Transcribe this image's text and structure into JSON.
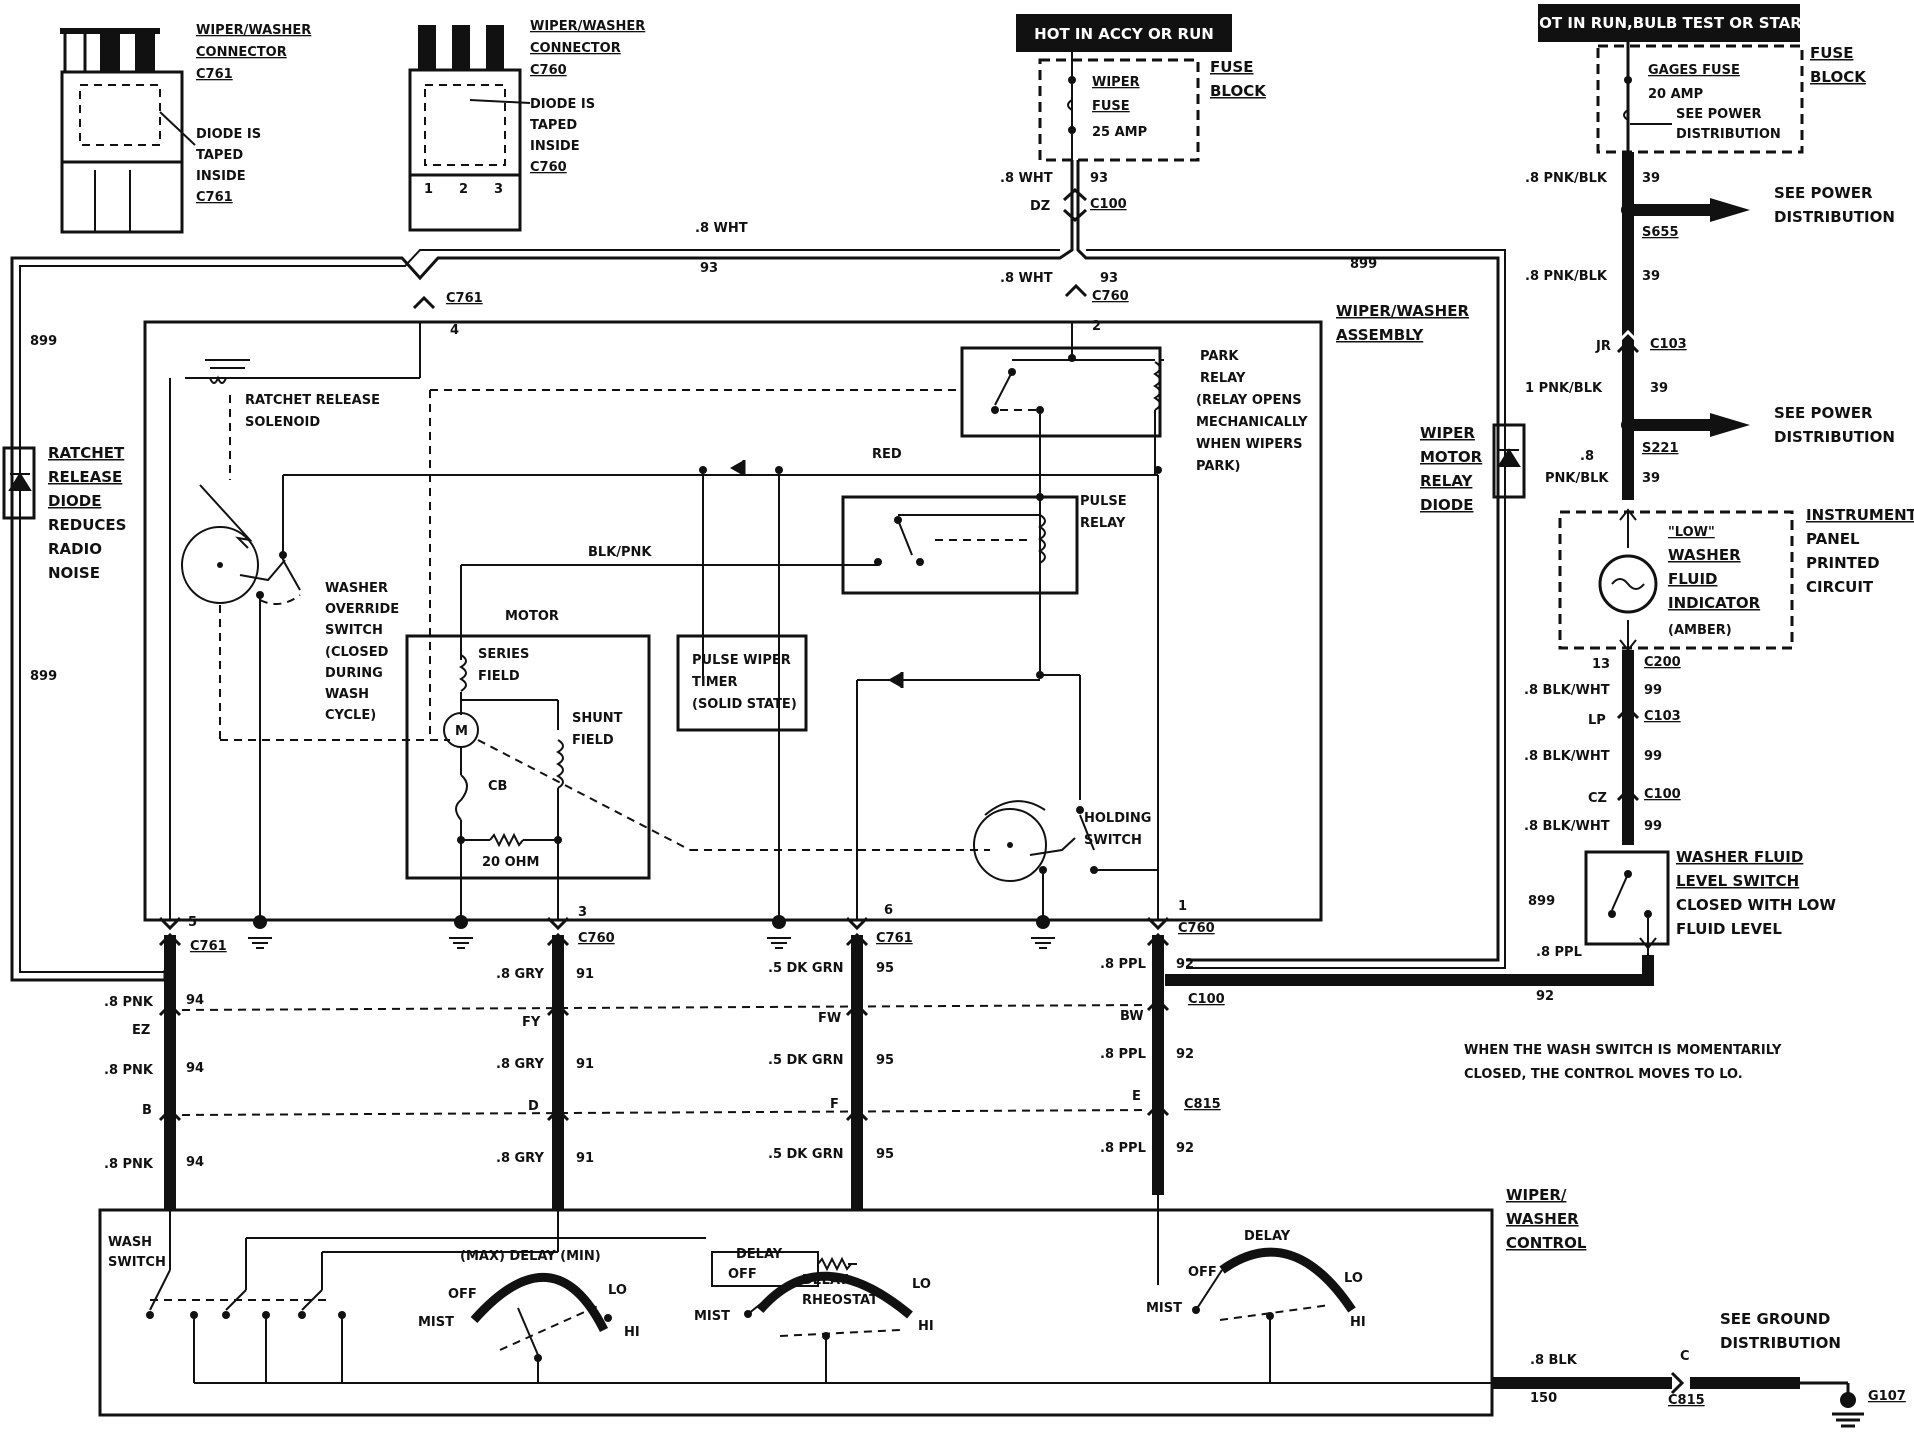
{
  "connectors": {
    "c761": {
      "title1": "WIPER/WASHER",
      "title2": "CONNECTOR",
      "id": "C761",
      "d1": "DIODE IS",
      "d2": "TAPED",
      "d3": "INSIDE",
      "d4": "C761"
    },
    "c760": {
      "title1": "WIPER/WASHER",
      "title2": "CONNECTOR",
      "id": "C760",
      "d1": "DIODE IS",
      "d2": "TAPED",
      "d3": "INSIDE",
      "d4": "C760",
      "p1": "1",
      "p2": "2",
      "p3": "3"
    }
  },
  "top": {
    "hot_accy": "HOT IN ACCY OR RUN",
    "hot_run": "HOT IN RUN,BULB TEST OR START",
    "fuse_block_1a": "FUSE",
    "fuse_block_1b": "BLOCK",
    "wiper_fuse_1": "WIPER",
    "wiper_fuse_2": "FUSE",
    "wiper_fuse_3": "25 AMP",
    "fuse_block_2a": "FUSE",
    "fuse_block_2b": "BLOCK",
    "gages_fuse": "GAGES FUSE",
    "gages_amp": "20 AMP",
    "see_power_a": "SEE POWER",
    "see_power_b": "DISTRIBUTION"
  },
  "wires": {
    "w8wht_a": ".8 WHT",
    "w93_a": "93",
    "dz": "DZ",
    "c100": "C100",
    "w8wht_top": ".8 WHT",
    "w93_top": "93",
    "w899_top": "899",
    "w8wht_b": ".8 WHT",
    "w93_b": "93",
    "c760_top": "C760",
    "pin2": "2",
    "c761_top": "C761",
    "pin4": "4",
    "w899_left": "899",
    "w899_left2": "899",
    "w899_right": "899",
    "pnkblk_1": ".8 PNK/BLK",
    "n39_1": "39",
    "s655": "S655",
    "pnkblk_2": ".8 PNK/BLK",
    "n39_2": "39",
    "jr": "JR",
    "c103": "C103",
    "pnkblk_3": "1 PNK/BLK",
    "n39_3": "39",
    "s221": "S221",
    "pnkblk_4a": ".8",
    "pnkblk_4b": "PNK/BLK",
    "n39_4": "39",
    "see_pd_1a": "SEE POWER",
    "see_pd_1b": "DISTRIBUTION",
    "see_pd_2a": "SEE POWER",
    "see_pd_2b": "DISTRIBUTION",
    "n13": "13",
    "c200": "C200",
    "blkwht_1": ".8 BLK/WHT",
    "n99_1": "99",
    "lp": "LP",
    "c103b": "C103",
    "blkwht_2": ".8 BLK/WHT",
    "n99_2": "99",
    "cz": "CZ",
    "c100b": "C100",
    "blkwht_3": ".8 BLK/WHT",
    "n99_3": "99",
    "ppl_sw": ".8 PPL",
    "n92_sw": "92"
  },
  "assembly": {
    "title1": "WIPER/WASHER",
    "title2": "ASSEMBLY",
    "ratchet_sol_1": "RATCHET RELEASE",
    "ratchet_sol_2": "SOLENOID",
    "park_1": "PARK",
    "park_2": "RELAY",
    "park_3": "(RELAY OPENS",
    "park_4": "MECHANICALLY",
    "park_5": "WHEN WIPERS",
    "park_6": "PARK)",
    "red": "RED",
    "pulse_1": "PULSE",
    "pulse_2": "RELAY",
    "blkpnk": "BLK/PNK",
    "washer_ovr": [
      "WASHER",
      "OVERRIDE",
      "SWITCH",
      "(CLOSED",
      "DURING",
      "WASH",
      "CYCLE)"
    ],
    "motor": "MOTOR",
    "series_1": "SERIES",
    "series_2": "FIELD",
    "shunt_1": "SHUNT",
    "shunt_2": "FIELD",
    "m": "M",
    "cb": "CB",
    "ohm": "20 OHM",
    "timer_1": "PULSE WIPER",
    "timer_2": "TIMER",
    "timer_3": "(SOLID STATE)",
    "holding_1": "HOLDING",
    "holding_2": "SWITCH",
    "pin5": "5",
    "pin3": "3",
    "pin6": "6",
    "pin1": "1"
  },
  "left": {
    "ratchet_1": "RATCHET",
    "ratchet_2": "RELEASE",
    "ratchet_3": "DIODE",
    "ratchet_4": "REDUCES",
    "ratchet_5": "RADIO",
    "ratchet_6": "NOISE"
  },
  "right": {
    "wmr_1": "WIPER",
    "wmr_2": "MOTOR",
    "wmr_3": "RELAY",
    "wmr_4": "DIODE",
    "low_1": "\"LOW\"",
    "low_2": "WASHER",
    "low_3": "FLUID",
    "low_4": "INDICATOR",
    "low_5": "(AMBER)",
    "ipc_1": "INSTRUMENT",
    "ipc_2": "PANEL",
    "ipc_3": "PRINTED",
    "ipc_4": "CIRCUIT",
    "wfl_1": "WASHER FLUID",
    "wfl_2": "LEVEL SWITCH",
    "wfl_3": "CLOSED WITH LOW",
    "wfl_4": "FLUID LEVEL"
  },
  "lower": {
    "c761_a": "C761",
    "c760_a": "C760",
    "c761_b": "C761",
    "c760_b": "C760",
    "c100": "C100",
    "c815": "C815",
    "pnk_1": ".8 PNK",
    "n94_1": "94",
    "ez": "EZ",
    "pnk_2": ".8 PNK",
    "n94_2": "94",
    "b": "B",
    "pnk_3": ".8 PNK",
    "n94_3": "94",
    "gry_1": ".8 GRY",
    "n91_1": "91",
    "fy": "FY",
    "gry_2": ".8 GRY",
    "n91_2": "91",
    "d": "D",
    "gry_3": ".8 GRY",
    "n91_3": "91",
    "dkgrn_1": ".5 DK GRN",
    "n95_1": "95",
    "fw": "FW",
    "dkgrn_2": ".5 DK GRN",
    "n95_2": "95",
    "f": "F",
    "dkgrn_3": ".5 DK GRN",
    "n95_3": "95",
    "ppl_1": ".8 PPL",
    "n92_1": "92",
    "bw": "BW",
    "ppl_2": ".8 PPL",
    "n92_2": "92",
    "e": "E",
    "ppl_3": ".8 PPL",
    "n92_3": "92",
    "n92_h": "92",
    "note_1": "WHEN THE WASH SWITCH IS MOMENTARILY",
    "note_2": "CLOSED, THE CONTROL MOVES TO LO."
  },
  "control": {
    "title1": "WIPER/",
    "title2": "WASHER",
    "title3": "CONTROL",
    "wash_1": "WASH",
    "wash_2": "SWITCH",
    "maxdelaymin": "(MAX) DELAY (MIN)",
    "off_1": "OFF",
    "lo_1": "LO",
    "mist_1": "MIST",
    "hi_1": "HI",
    "delay_2": "DELAY",
    "off_2": "OFF",
    "delay_rheo_1": "DELAY",
    "delay_rheo_2": "RHEOSTAT",
    "lo_2": "LO",
    "mist_2": "MIST",
    "hi_2": "HI",
    "delay_3": "DELAY",
    "off_3": "OFF",
    "lo_3": "LO",
    "mist_3": "MIST",
    "hi_3": "HI"
  },
  "ground": {
    "blk": ".8 BLK",
    "n150": "150",
    "c": "C",
    "c815": "C815",
    "see_gd_1": "SEE GROUND",
    "see_gd_2": "DISTRIBUTION",
    "g107": "G107"
  }
}
